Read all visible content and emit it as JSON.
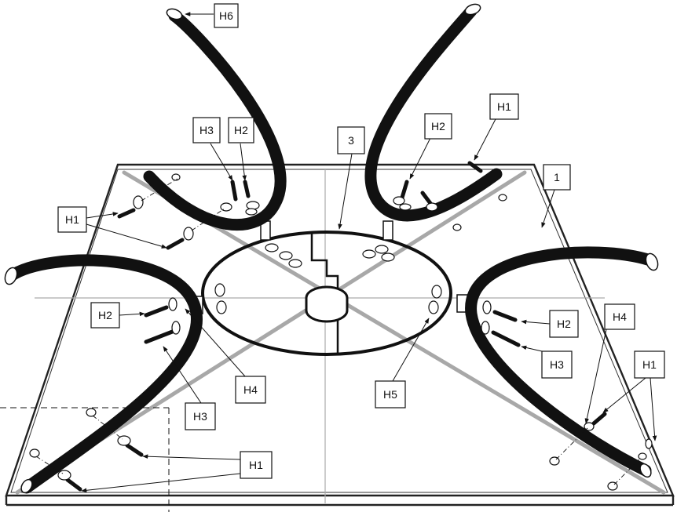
{
  "callouts": {
    "h6": "H6",
    "h3_top_left": "H3",
    "h2_top_left": "H2",
    "part_3": "3",
    "h2_top_right": "H2",
    "h1_top_right": "H1",
    "part_1": "1",
    "h1_left": "H1",
    "h2_left": "H2",
    "h4_left": "H4",
    "h3_left": "H3",
    "h5_center": "H5",
    "h2_right": "H2",
    "h3_right": "H3",
    "h4_right": "H4",
    "h1_right": "H1",
    "h1_bottom": "H1"
  }
}
